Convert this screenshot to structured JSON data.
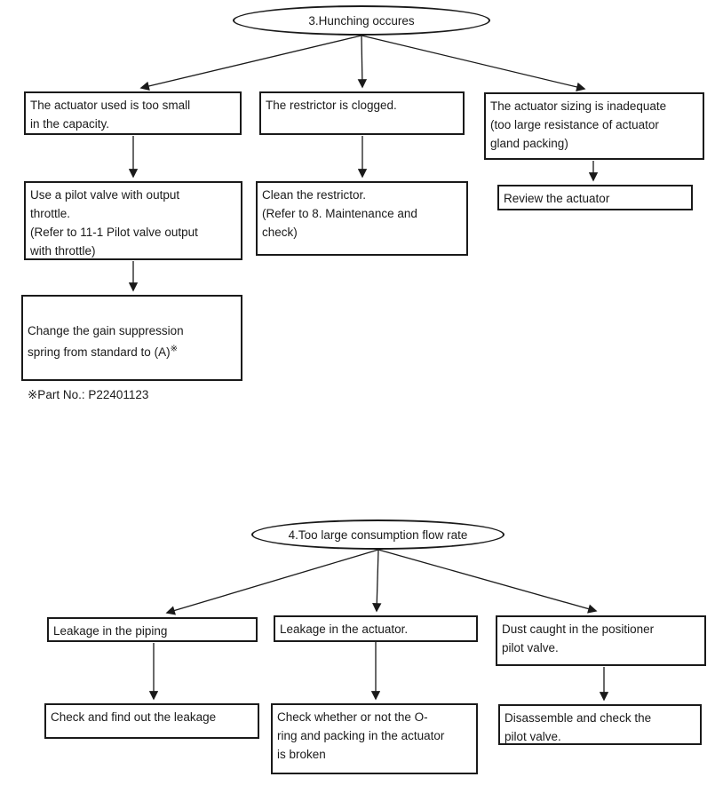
{
  "flowchart_hunching": {
    "title": "3.Hunching occures",
    "causes": [
      "The actuator used is too small\nin the capacity.",
      "The restrictor is clogged.",
      "The actuator sizing is inadequate\n(too large resistance of actuator\ngland packing)"
    ],
    "remedies": [
      "Use a pilot valve with output\nthrottle.\n(Refer to 11-1 Pilot valve output\nwith throttle)",
      "Clean the restrictor.\n(Refer to 8. Maintenance and\ncheck)",
      "Review the actuator"
    ],
    "followup": {
      "main": "Change the gain suppression\nspring from standard to (A)",
      "sup": "※",
      "note": "※Part No.: P22401123"
    }
  },
  "flowchart_consumption": {
    "title": "4.Too large consumption flow rate",
    "causes": [
      "Leakage in the piping",
      "Leakage in the actuator.",
      "Dust caught in the positioner\npilot valve."
    ],
    "remedies": [
      "Check and find out the leakage",
      "Check whether or not the O-\nring and packing in the actuator\nis broken",
      "Disassemble and check the\npilot valve."
    ]
  },
  "colors": {
    "line": "#1a1a1a",
    "background": "#ffffff"
  }
}
